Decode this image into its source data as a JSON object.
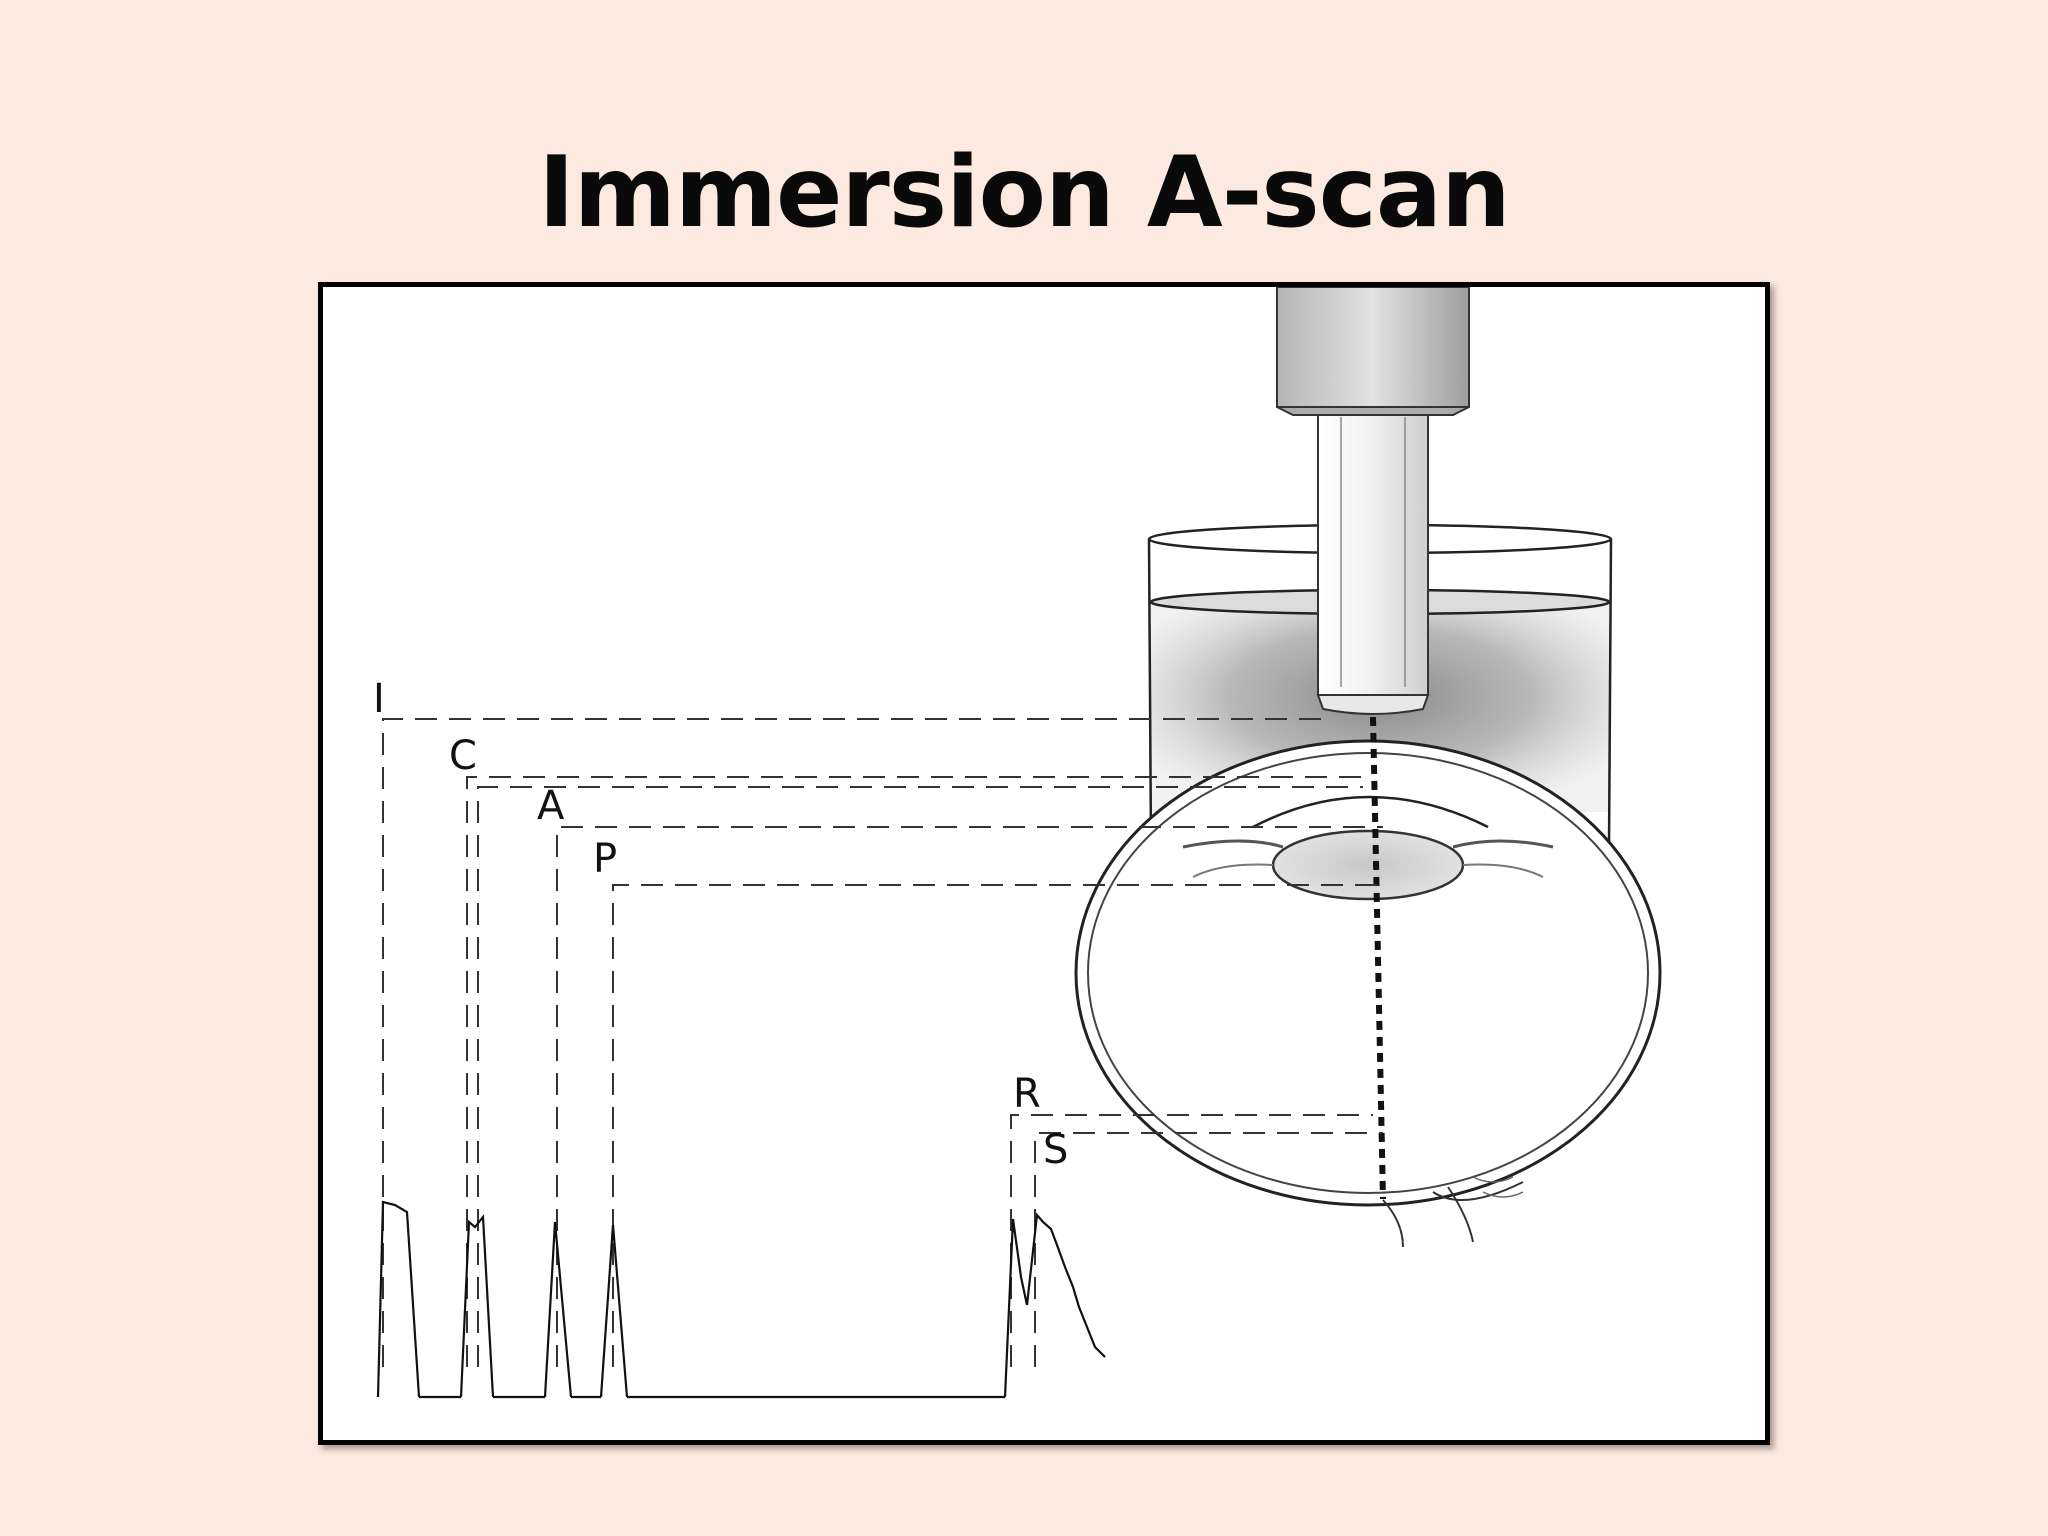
{
  "slide": {
    "title": "Immersion A-scan"
  },
  "diagram": {
    "echo_labels": {
      "I": "I",
      "C": "C",
      "A": "A",
      "P": "P",
      "R": "R",
      "S": "S"
    },
    "colors": {
      "background": "#fce9df",
      "frame_border": "#000000",
      "line": "#111111"
    }
  }
}
